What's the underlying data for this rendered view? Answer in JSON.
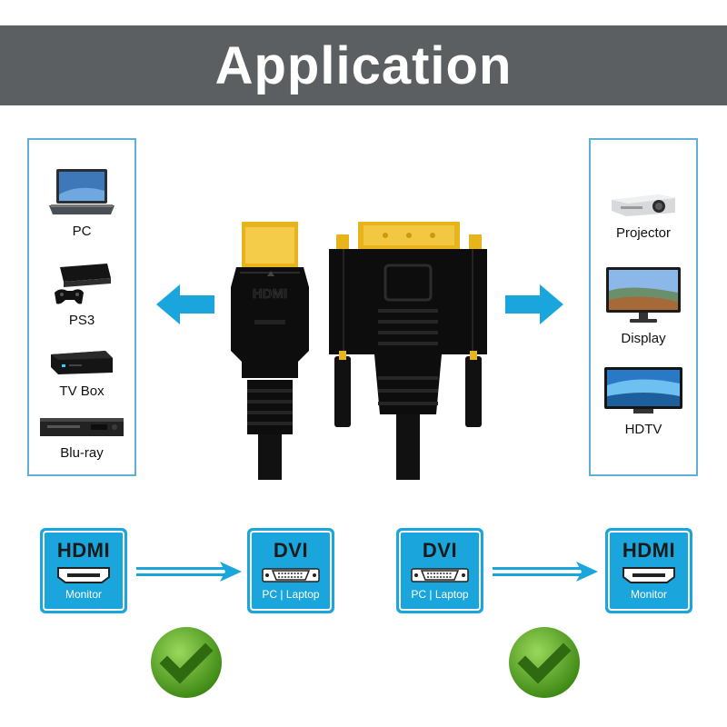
{
  "header": {
    "title": "Application"
  },
  "left_panel": {
    "devices": [
      {
        "label": "PC",
        "icon": "laptop-icon"
      },
      {
        "label": "PS3",
        "icon": "game-console-icon"
      },
      {
        "label": "TV Box",
        "icon": "tv-box-icon"
      },
      {
        "label": "Blu-ray",
        "icon": "bluray-player-icon"
      }
    ]
  },
  "right_panel": {
    "devices": [
      {
        "label": "Projector",
        "icon": "projector-icon"
      },
      {
        "label": "Display",
        "icon": "monitor-icon"
      },
      {
        "label": "HDTV",
        "icon": "tv-icon"
      }
    ]
  },
  "cable": {
    "hdmi_logo_text": "HDMI"
  },
  "flows": [
    {
      "from": {
        "title": "HDMI",
        "sub": "Monitor"
      },
      "to": {
        "title": "DVI",
        "sub": "PC | Laptop"
      }
    },
    {
      "from": {
        "title": "DVI",
        "sub": "PC | Laptop"
      },
      "to": {
        "title": "HDMI",
        "sub": "Monitor"
      }
    }
  ],
  "colors": {
    "banner": "#5c5f61",
    "accent_blue": "#1aa6dd",
    "panel_border": "#5fb0d8",
    "check_green": "#5fae26",
    "gold": "#e8b41c"
  }
}
